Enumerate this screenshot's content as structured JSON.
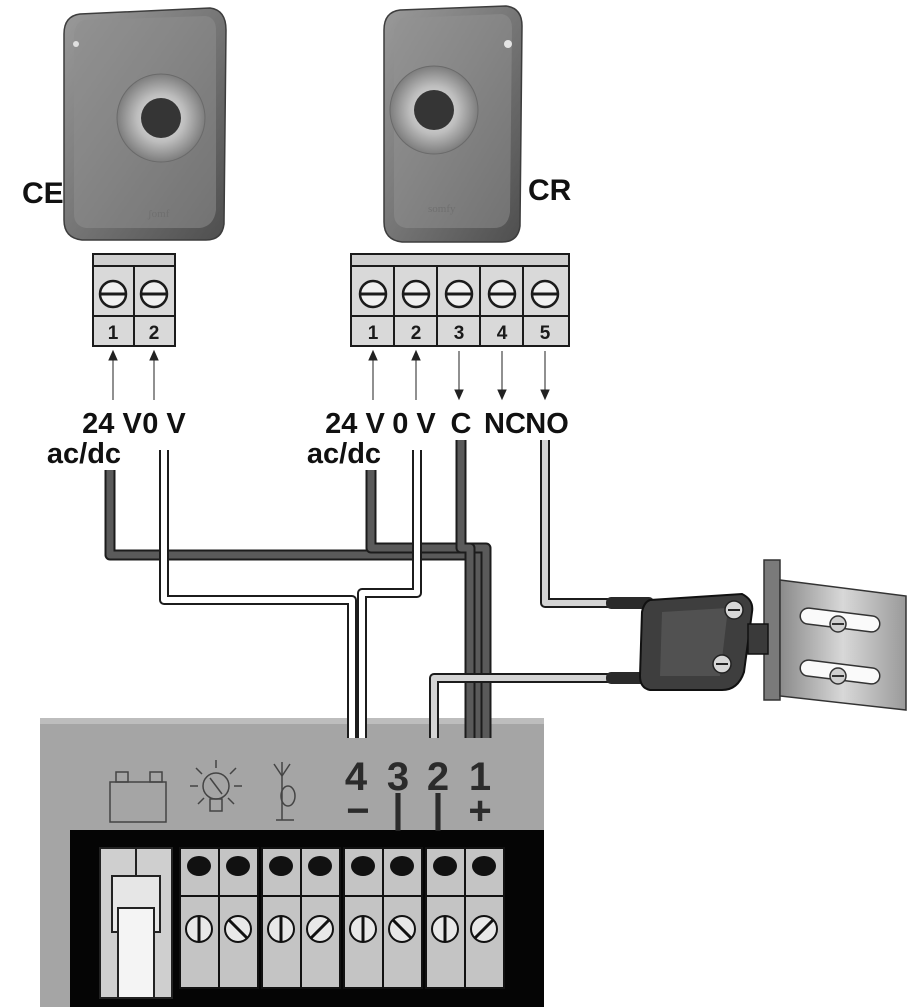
{
  "devices": {
    "ce": {
      "label": "CE",
      "terminals": [
        "1",
        "2"
      ],
      "signals": [
        "24 V",
        "0 V"
      ],
      "signal_sub": [
        "ac/dc",
        ""
      ]
    },
    "cr": {
      "label": "CR",
      "terminals": [
        "1",
        "2",
        "3",
        "4",
        "5"
      ],
      "signals": [
        "24 V",
        "0 V",
        "C",
        "NC",
        "NO"
      ],
      "signal_sub": [
        "ac/dc",
        "",
        "",
        "",
        ""
      ]
    }
  },
  "control_board": {
    "pins": [
      "4",
      "3",
      "2",
      "1"
    ],
    "polarity": [
      "−",
      "|",
      "|",
      "+"
    ]
  },
  "colors": {
    "wire_dark": "#555555",
    "wire_light": "#ffffff",
    "wire_grey": "#d4d4d4",
    "board_panel": "#a5a5a5",
    "terminal_block": "#000000"
  },
  "icons": [
    "battery-icon",
    "flashing-light-icon",
    "antenna-icon"
  ]
}
